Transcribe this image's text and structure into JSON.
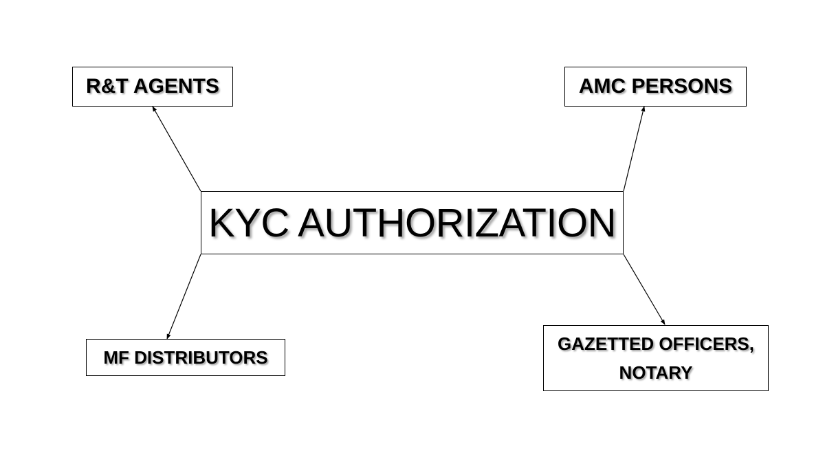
{
  "diagram": {
    "center": {
      "label": "KYC AUTHORIZATION"
    },
    "nodes": {
      "rt_agents": {
        "label": "R&T AGENTS"
      },
      "amc_persons": {
        "label": "AMC PERSONS"
      },
      "mf_distributors": {
        "label": "MF DISTRIBUTORS"
      },
      "gazetted_officers": {
        "line1": "GAZETTED OFFICERS,",
        "line2": "NOTARY"
      }
    },
    "colors": {
      "stroke": "#000000",
      "background": "#ffffff",
      "text": "#000000"
    }
  }
}
